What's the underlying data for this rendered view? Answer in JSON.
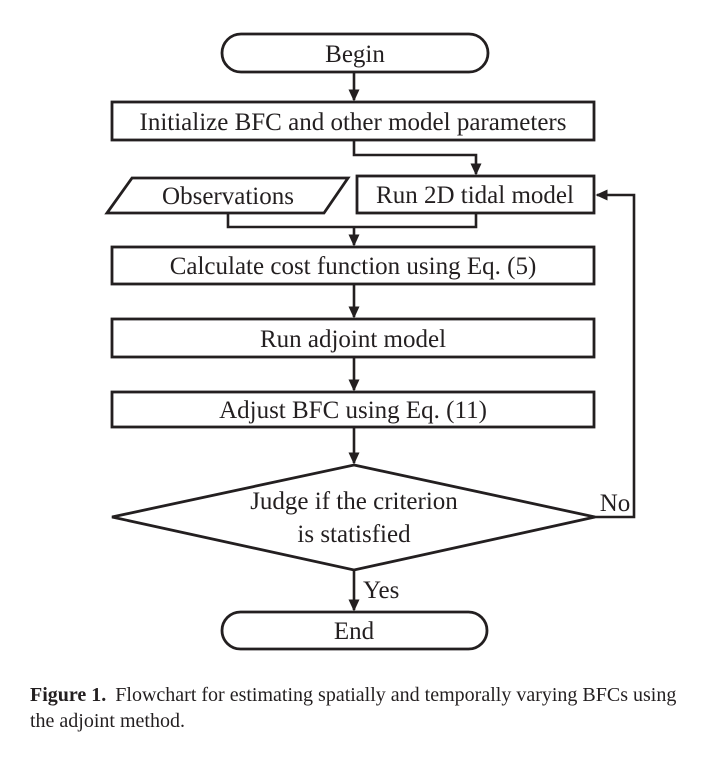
{
  "figure": {
    "nodes": {
      "begin": "Begin",
      "initialize": "Initialize BFC and other model parameters",
      "observations": "Observations",
      "run_tidal": "Run 2D tidal model",
      "calculate": "Calculate cost function using Eq. (5)",
      "run_adjoint": "Run adjoint model",
      "adjust": "Adjust BFC using Eq. (11)",
      "judge_line1": "Judge if the criterion",
      "judge_line2": "is statisfied",
      "end": "End"
    },
    "edge_labels": {
      "no": "No",
      "yes": "Yes"
    },
    "colors": {
      "line": "#231f20",
      "background": "#ffffff"
    }
  },
  "caption": {
    "label": "Figure 1.",
    "text": "Flowchart for estimating spatially and temporally varying BFCs using the adjoint method."
  }
}
